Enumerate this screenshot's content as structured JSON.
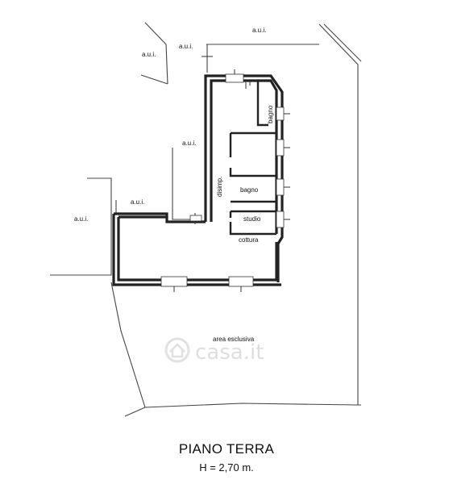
{
  "labels": {
    "aui_top": "a.u.i.",
    "aui_mid_top": "a.u.i.",
    "aui_left_top": "a.u.i.",
    "aui_center": "a.u.i.",
    "aui_small": "a.u.i.",
    "aui_left": "a.u.i.",
    "bagno_vertical": "bagno",
    "disimp": "disimp.",
    "bagno": "bagno",
    "studio": "studio",
    "cottura": "cottura",
    "area_esclusiva": "area esclusiva"
  },
  "watermark": "casa.it",
  "caption": {
    "title": "PIANO TERRA",
    "height": "H = 2,70 m."
  }
}
